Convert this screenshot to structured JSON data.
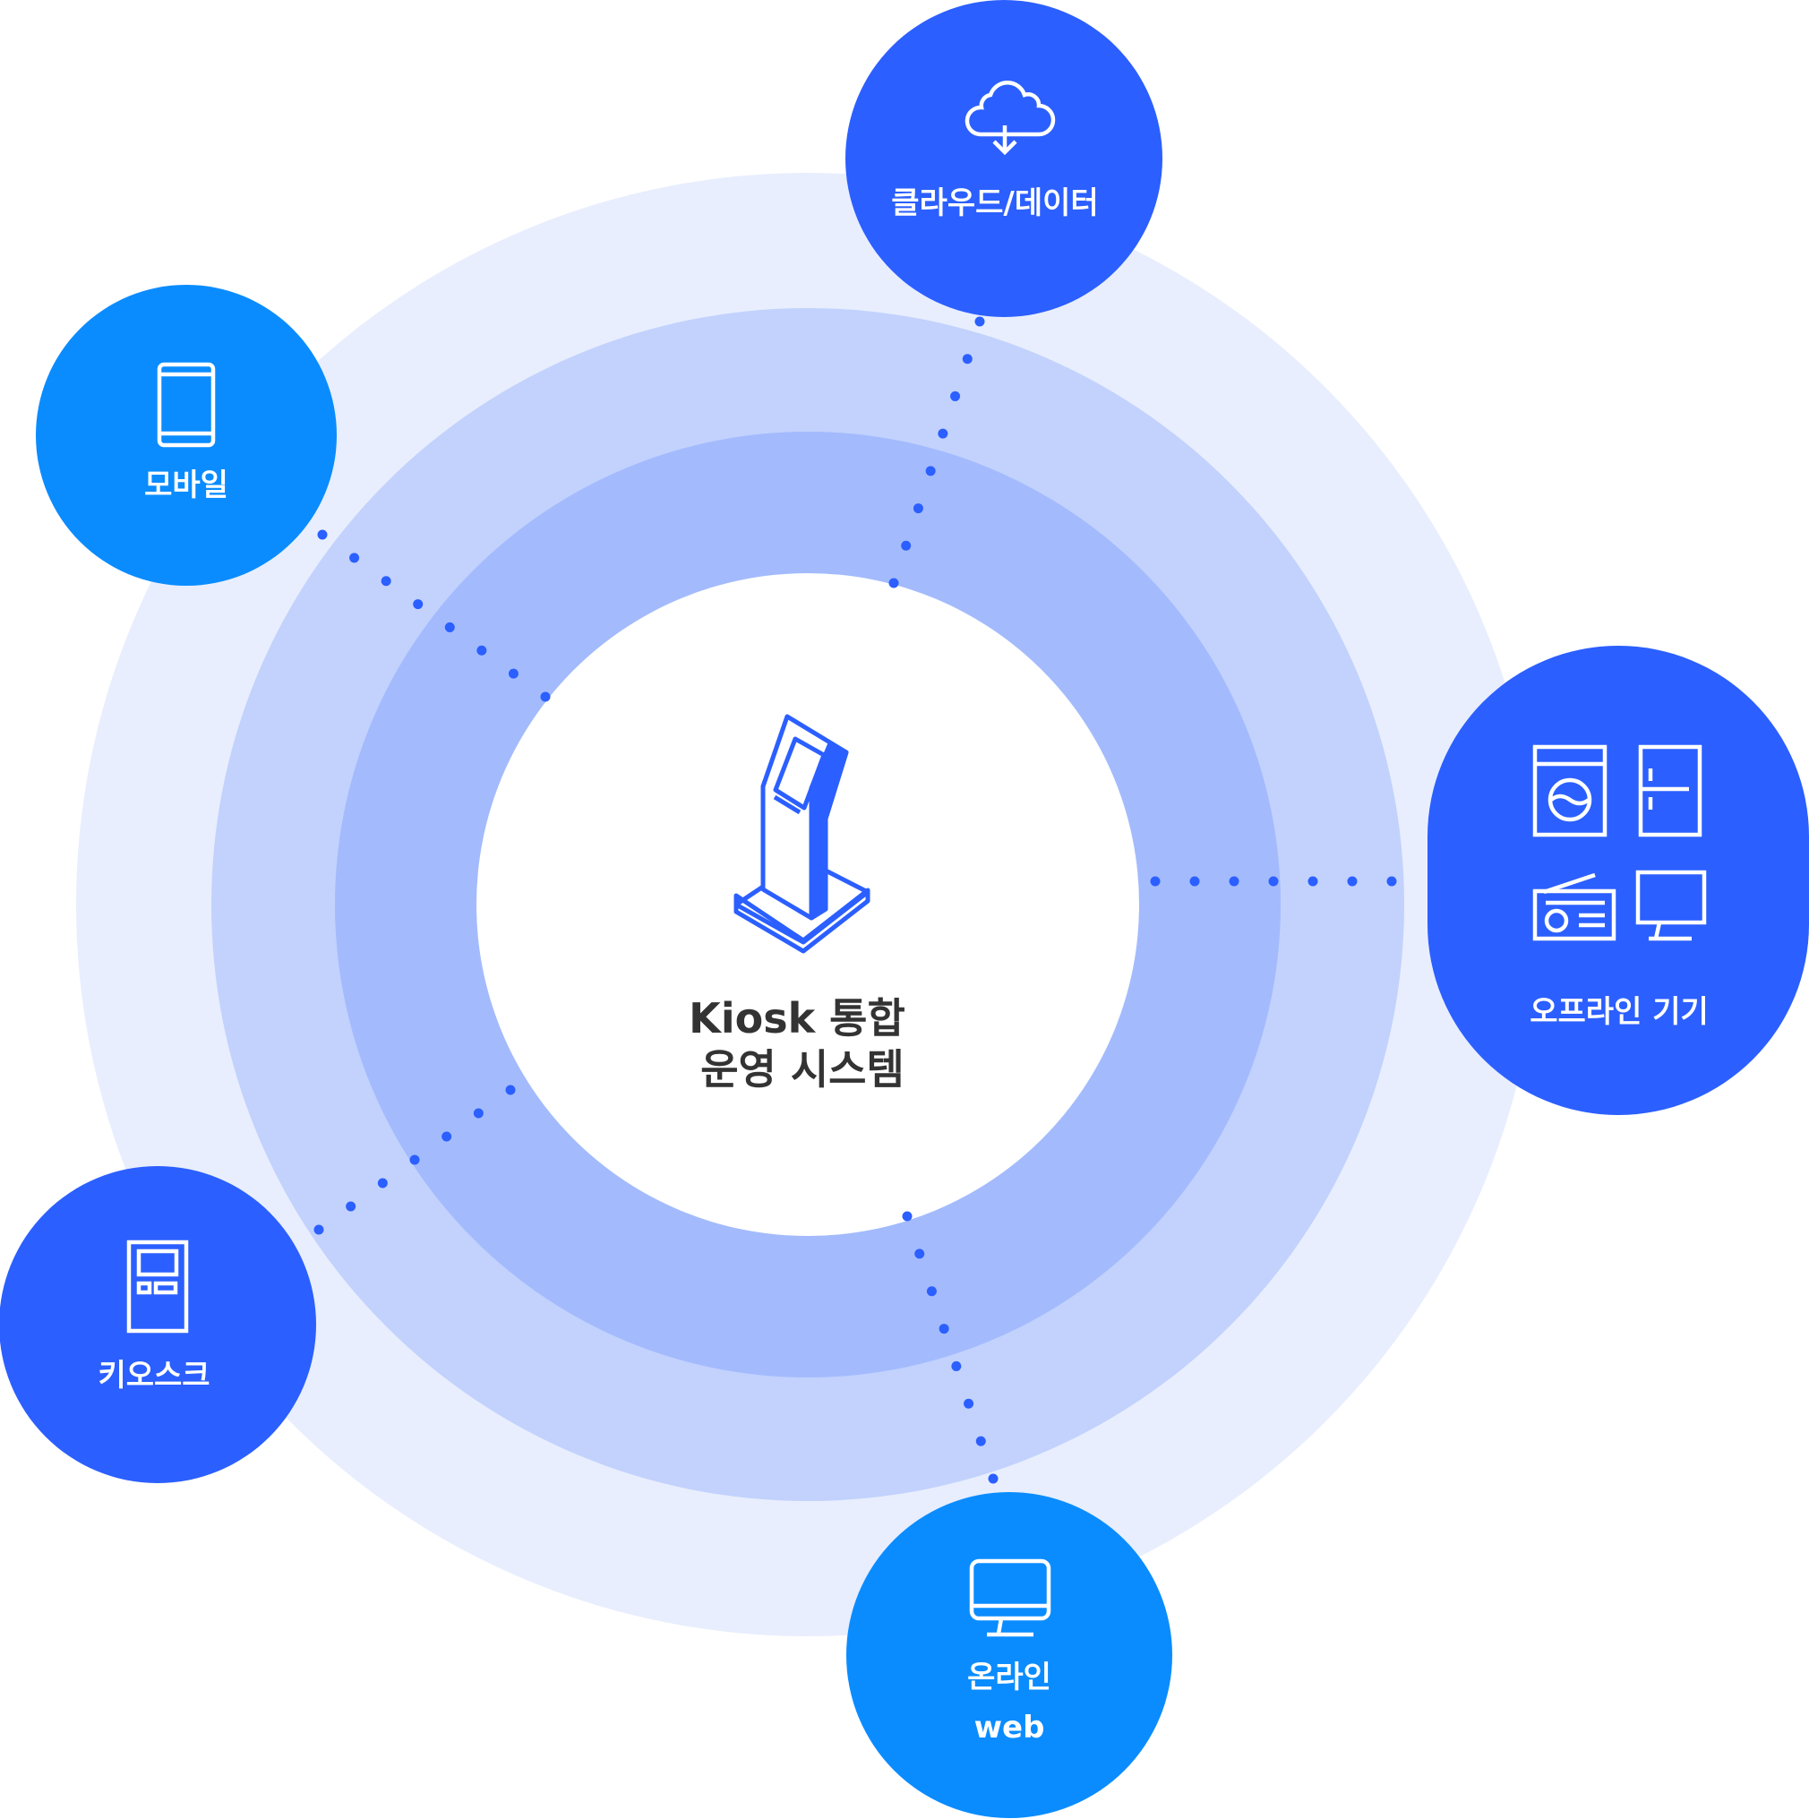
{
  "center": {
    "line1": "Kiosk 통합",
    "line2": "운영 시스템",
    "icon": "kiosk-icon"
  },
  "nodes": {
    "cloud": {
      "label": "클라우드/데이터",
      "icon": "cloud-download-icon"
    },
    "mobile": {
      "label": "모바일",
      "icon": "mobile-icon"
    },
    "offline": {
      "label": "오프라인 기기",
      "icon": "appliances-icon"
    },
    "kiosk": {
      "label": "키오스크",
      "icon": "kiosk-device-icon"
    },
    "online": {
      "line1": "온라인",
      "line2": "web",
      "icon": "monitor-icon"
    }
  },
  "colors": {
    "primary": "#2b5fff",
    "secondary": "#0a8cff",
    "ring1": "#e8eefd",
    "ring2": "#c2d2fd",
    "ring3": "#a3bbfd",
    "text": "#333333"
  }
}
